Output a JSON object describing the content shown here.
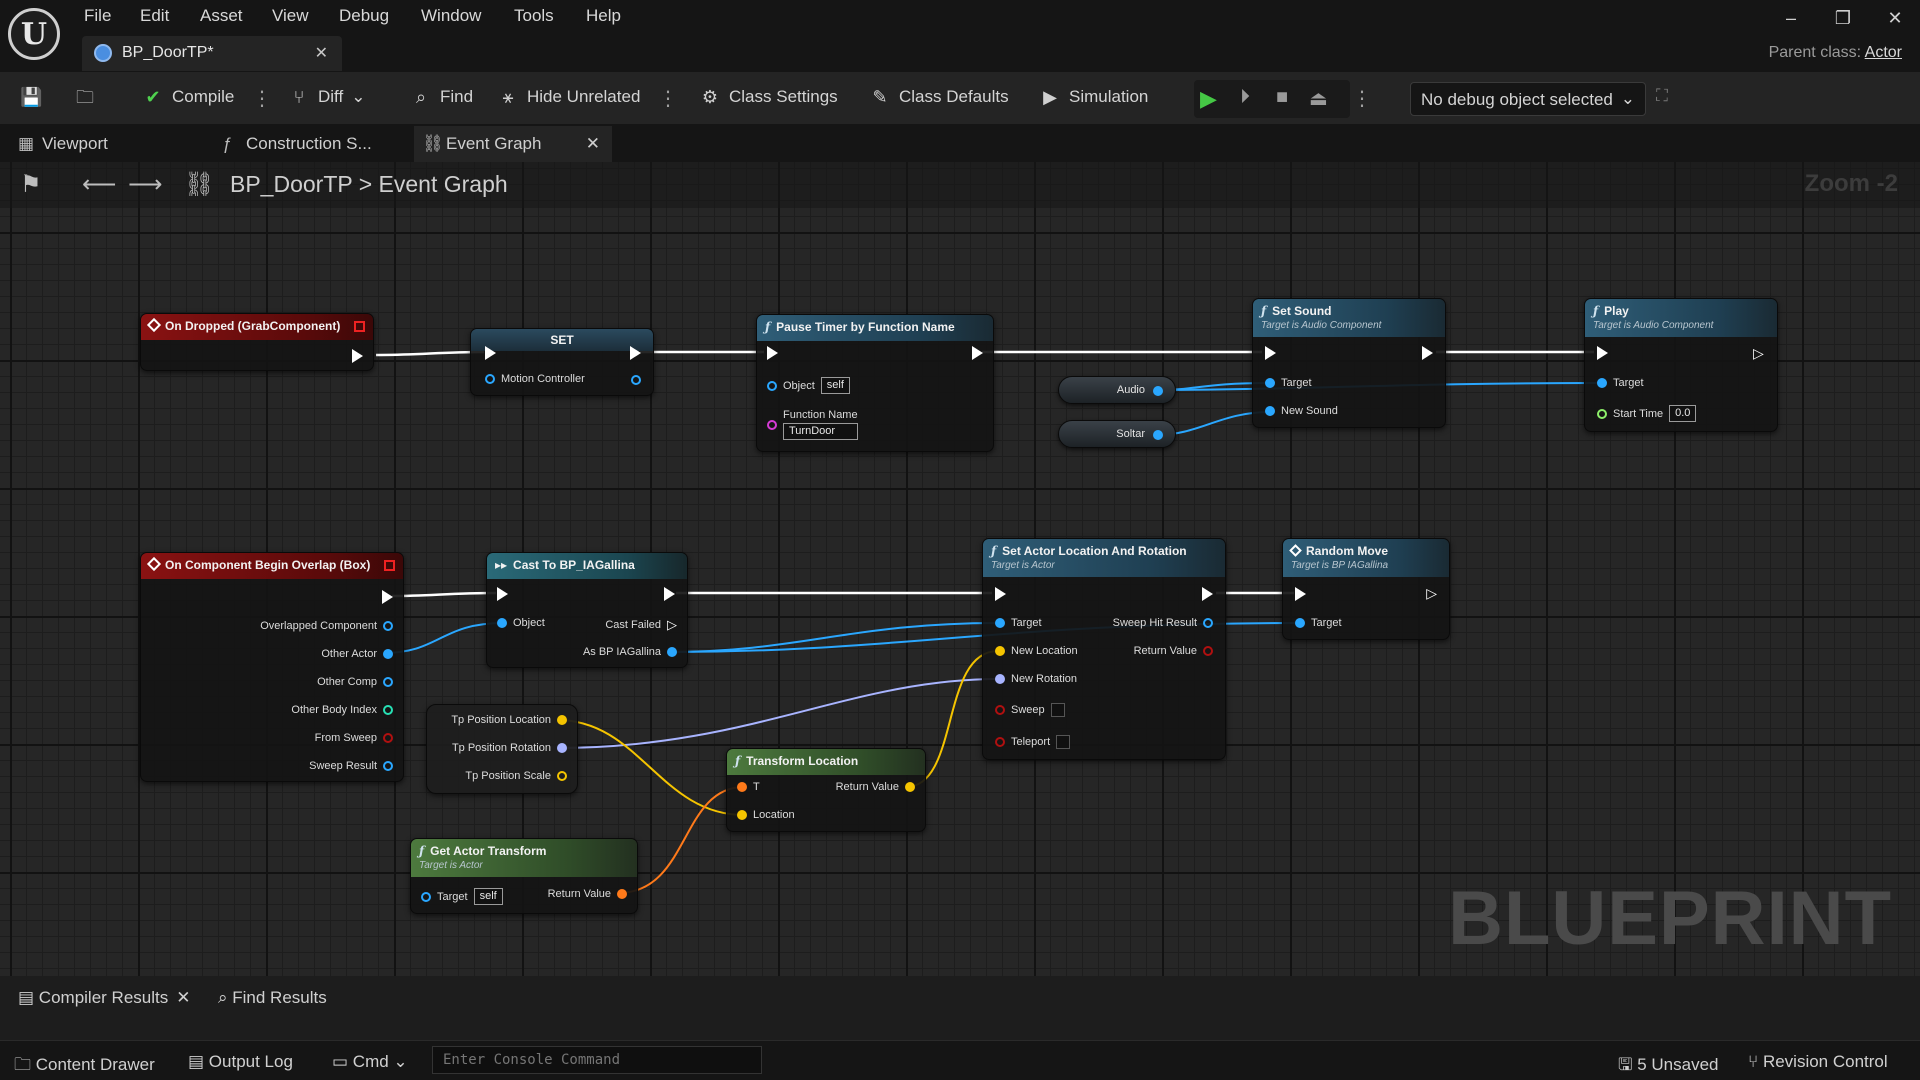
{
  "menu": [
    "File",
    "Edit",
    "Asset",
    "View",
    "Debug",
    "Window",
    "Tools",
    "Help"
  ],
  "document_tab": {
    "title": "BP_DoorTP*"
  },
  "parent_class": {
    "label": "Parent class:",
    "value": "Actor"
  },
  "toolbar": {
    "compile": "Compile",
    "diff": "Diff",
    "find": "Find",
    "hide_unrelated": "Hide Unrelated",
    "class_settings": "Class Settings",
    "class_defaults": "Class Defaults",
    "simulation": "Simulation",
    "debug_object": "No debug object selected"
  },
  "editor_tabs": [
    "Viewport",
    "Construction S...",
    "Event Graph"
  ],
  "breadcrumb": {
    "root": "BP_DoorTP",
    "sep": ">",
    "current": "Event Graph"
  },
  "zoom": "Zoom -2",
  "watermark": "BLUEPRINT",
  "nodes": {
    "on_dropped": {
      "title": "On Dropped (GrabComponent)"
    },
    "set": {
      "title": "SET",
      "pin": "Motion Controller"
    },
    "pause_timer": {
      "title": "Pause Timer by Function Name",
      "object": "Object",
      "object_val": "self",
      "fname": "Function Name",
      "fname_val": "TurnDoor"
    },
    "audio": "Audio",
    "soltar": "Soltar",
    "set_sound": {
      "title": "Set Sound",
      "sub": "Target is Audio Component",
      "target": "Target",
      "new_sound": "New Sound"
    },
    "play": {
      "title": "Play",
      "sub": "Target is Audio Component",
      "target": "Target",
      "start_time": "Start Time",
      "start_val": "0.0"
    },
    "overlap": {
      "title": "On Component Begin Overlap (Box)",
      "pins": [
        "Overlapped Component",
        "Other Actor",
        "Other Comp",
        "Other Body Index",
        "From Sweep",
        "Sweep Result"
      ]
    },
    "cast": {
      "title": "Cast To BP_IAGallina",
      "object": "Object",
      "cast_failed": "Cast Failed",
      "as": "As BP IAGallina"
    },
    "set_actor": {
      "title": "Set Actor Location And Rotation",
      "sub": "Target is Actor",
      "target": "Target",
      "new_location": "New Location",
      "new_rotation": "New Rotation",
      "sweep": "Sweep",
      "teleport": "Teleport",
      "sweep_hit": "Sweep Hit Result",
      "return": "Return Value"
    },
    "random_move": {
      "title": "Random Move",
      "sub": "Target is BP IAGallina",
      "target": "Target"
    },
    "tp_vars": [
      "Tp Position Location",
      "Tp Position Rotation",
      "Tp Position Scale"
    ],
    "transform_location": {
      "title": "Transform Location",
      "t": "T",
      "location": "Location",
      "return": "Return Value"
    },
    "get_actor_transform": {
      "title": "Get Actor Transform",
      "sub": "Target is Actor",
      "target": "Target",
      "target_val": "self",
      "return": "Return Value"
    }
  },
  "bottom_tabs": {
    "compiler": "Compiler Results",
    "find": "Find Results"
  },
  "status": {
    "content_drawer": "Content Drawer",
    "output_log": "Output Log",
    "cmd": "Cmd",
    "console_placeholder": "Enter Console Command",
    "unsaved": "5 Unsaved",
    "revision": "Revision Control"
  },
  "colors": {
    "exec": "#ffffff",
    "object": "#2aa7ff",
    "vector": "#f5c400",
    "rotator": "#a8b4ff",
    "transform": "#ff7a1a",
    "bool": "#b01010",
    "name": "#d63bd6",
    "float": "#8ef06b",
    "int": "#27e0b4"
  }
}
